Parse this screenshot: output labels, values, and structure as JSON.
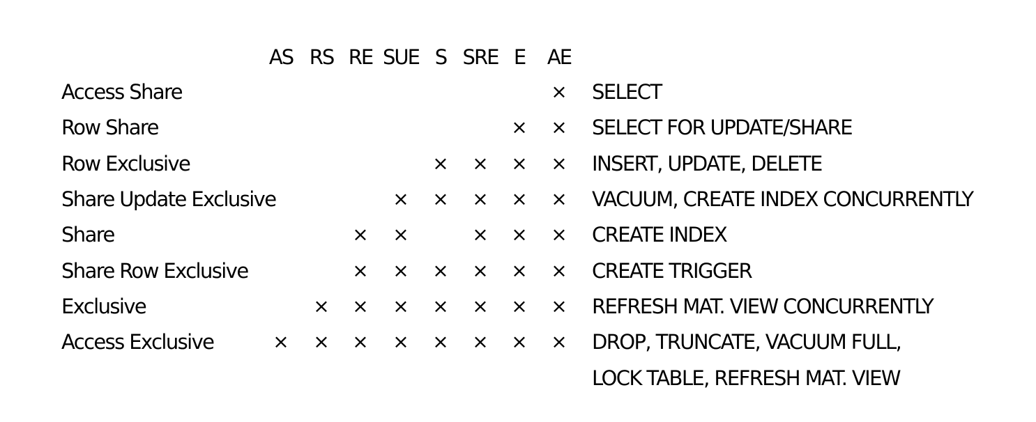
{
  "columns": [
    "AS",
    "RS",
    "RE",
    "SUE",
    "S",
    "SRE",
    "E",
    "AE"
  ],
  "conflict_symbol": "×",
  "rows": [
    {
      "name": "Access Share",
      "conflicts": [
        false,
        false,
        false,
        false,
        false,
        false,
        false,
        true
      ],
      "commands": [
        "SELECT"
      ]
    },
    {
      "name": "Row Share",
      "conflicts": [
        false,
        false,
        false,
        false,
        false,
        false,
        true,
        true
      ],
      "commands": [
        "SELECT FOR UPDATE/SHARE"
      ]
    },
    {
      "name": "Row Exclusive",
      "conflicts": [
        false,
        false,
        false,
        false,
        true,
        true,
        true,
        true
      ],
      "commands": [
        "INSERT, UPDATE, DELETE"
      ]
    },
    {
      "name": "Share Update Exclusive",
      "conflicts": [
        false,
        false,
        false,
        true,
        true,
        true,
        true,
        true
      ],
      "commands": [
        "VACUUM, CREATE INDEX CONCURRENTLY"
      ]
    },
    {
      "name": "Share",
      "conflicts": [
        false,
        false,
        true,
        true,
        false,
        true,
        true,
        true
      ],
      "commands": [
        "CREATE INDEX"
      ]
    },
    {
      "name": "Share Row Exclusive",
      "conflicts": [
        false,
        false,
        true,
        true,
        true,
        true,
        true,
        true
      ],
      "commands": [
        "CREATE TRIGGER"
      ]
    },
    {
      "name": "Exclusive",
      "conflicts": [
        false,
        true,
        true,
        true,
        true,
        true,
        true,
        true
      ],
      "commands": [
        "REFRESH MAT. VIEW CONCURRENTLY"
      ]
    },
    {
      "name": "Access Exclusive",
      "conflicts": [
        true,
        true,
        true,
        true,
        true,
        true,
        true,
        true
      ],
      "commands": [
        "DROP, TRUNCATE, VACUUM FULL,",
        "LOCK TABLE, REFRESH MAT. VIEW"
      ]
    }
  ]
}
